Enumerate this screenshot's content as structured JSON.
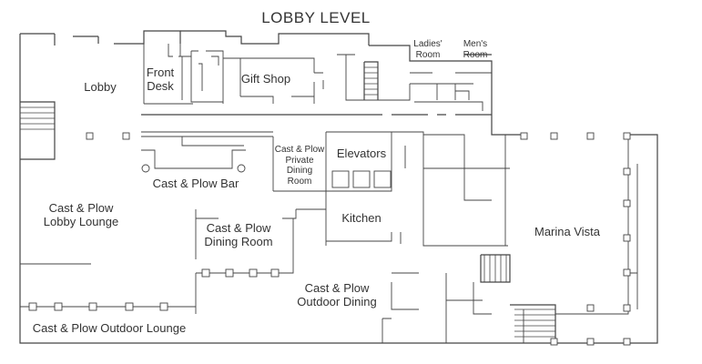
{
  "title": "LOBBY LEVEL",
  "rooms": {
    "lobby": "Lobby",
    "front_desk": "Front\nDesk",
    "gift_shop": "Gift Shop",
    "ladies_room": "Ladies'\nRoom",
    "mens_room": "Men's\nRoom",
    "cast_plow_bar": "Cast & Plow Bar",
    "private_dining_room": "Cast & Plow\nPrivate\nDining\nRoom",
    "elevators": "Elevators",
    "kitchen": "Kitchen",
    "lobby_lounge": "Cast & Plow\nLobby Lounge",
    "dining_room": "Cast & Plow\nDining Room",
    "outdoor_dining": "Cast & Plow\nOutdoor Dining",
    "outdoor_lounge": "Cast & Plow Outdoor Lounge",
    "marina_vista": "Marina Vista"
  },
  "colors": {
    "wall": "#444444",
    "text": "#333333",
    "background": "#ffffff"
  }
}
